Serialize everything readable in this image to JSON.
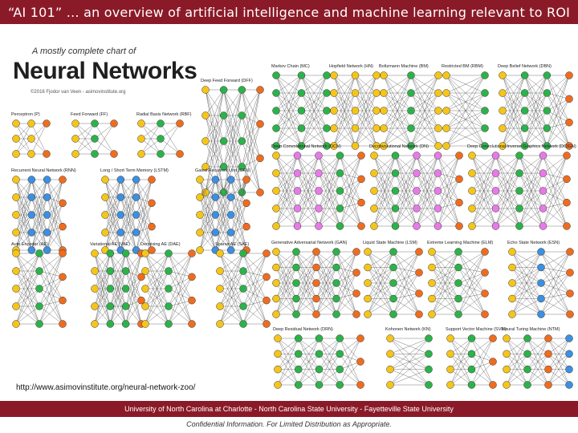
{
  "slide": {
    "title": "“AI 101” … an overview of artificial intelligence and machine learning relevant to ROI",
    "url": "http://www.asimovinstitute.org/neural-network-zoo/",
    "footer": "University of North Carolina at Charlotte   -   North Carolina State University   -   Fayetteville State University",
    "confidential": "Confidential Information. For Limited Distribution as Appropriate."
  },
  "figure": {
    "kicker": "A mostly complete chart of",
    "headline": "Neural Networks",
    "credit": "©2016 Fjodor van Veen - asimovinstitute.org"
  },
  "colors": {
    "brand": "#8b1a28",
    "input": "#f5c518",
    "hidden": "#2db24a",
    "output": "#ef6c1e",
    "recurrent": "#3d8fe0",
    "kernel": "#e87ae8",
    "edge": "#555555"
  },
  "networks": [
    {
      "name": "Perceptron (P)",
      "layers": [
        "input",
        "input",
        "output"
      ]
    },
    {
      "name": "Feed Forward (FF)",
      "layers": [
        "input",
        "hidden",
        "output"
      ]
    },
    {
      "name": "Radial Basis Network (RBF)",
      "layers": [
        "input",
        "hidden",
        "output"
      ]
    },
    {
      "name": "Deep Feed Forward (DFF)",
      "layers": [
        "input",
        "hidden",
        "hidden",
        "output"
      ]
    },
    {
      "name": "Recurrent Neural Network (RNN)",
      "layers": [
        "input",
        "recurrent",
        "recurrent",
        "output"
      ]
    },
    {
      "name": "Long / Short Term Memory (LSTM)",
      "layers": [
        "input",
        "recurrent",
        "recurrent",
        "output"
      ]
    },
    {
      "name": "Gated Recurrent Unit (GRU)",
      "layers": [
        "input",
        "recurrent",
        "recurrent",
        "output"
      ]
    },
    {
      "name": "Auto Encoder (AE)",
      "layers": [
        "input",
        "hidden",
        "output"
      ]
    },
    {
      "name": "Variational AE (VAE)",
      "layers": [
        "input",
        "hidden",
        "hidden",
        "output"
      ]
    },
    {
      "name": "Denoising AE (DAE)",
      "layers": [
        "input",
        "hidden",
        "output"
      ]
    },
    {
      "name": "Sparse AE (SAE)",
      "layers": [
        "input",
        "hidden",
        "output"
      ]
    },
    {
      "name": "Markov Chain (MC)",
      "layers": [
        "hidden",
        "hidden",
        "hidden"
      ]
    },
    {
      "name": "Hopfield Network (HN)",
      "layers": [
        "input",
        "input",
        "input"
      ]
    },
    {
      "name": "Boltzmann Machine (BM)",
      "layers": [
        "input",
        "hidden",
        "input"
      ]
    },
    {
      "name": "Restricted BM (RBM)",
      "layers": [
        "input",
        "hidden"
      ]
    },
    {
      "name": "Deep Belief Network (DBN)",
      "layers": [
        "input",
        "hidden",
        "hidden",
        "output"
      ]
    },
    {
      "name": "Deep Convolutional Network (DCN)",
      "layers": [
        "input",
        "kernel",
        "kernel",
        "hidden",
        "output"
      ]
    },
    {
      "name": "Deconvolutional Network (DN)",
      "layers": [
        "input",
        "hidden",
        "kernel",
        "kernel",
        "output"
      ]
    },
    {
      "name": "Deep Convolutional Inverse Graphics Network (DCIGN)",
      "layers": [
        "input",
        "kernel",
        "hidden",
        "kernel",
        "output"
      ]
    },
    {
      "name": "Generative Adversarial Network (GAN)",
      "layers": [
        "input",
        "hidden",
        "output",
        "hidden",
        "output"
      ]
    },
    {
      "name": "Liquid State Machine (LSM)",
      "layers": [
        "input",
        "hidden",
        "output"
      ]
    },
    {
      "name": "Extreme Learning Machine (ELM)",
      "layers": [
        "input",
        "hidden",
        "output"
      ]
    },
    {
      "name": "Echo State Network (ESN)",
      "layers": [
        "input",
        "recurrent",
        "output"
      ]
    },
    {
      "name": "Deep Residual Network (DRN)",
      "layers": [
        "input",
        "hidden",
        "hidden",
        "hidden",
        "output"
      ]
    },
    {
      "name": "Kohonen Network (KN)",
      "layers": [
        "input",
        "hidden"
      ]
    },
    {
      "name": "Support Vector Machine (SVM)",
      "layers": [
        "input",
        "hidden",
        "output"
      ]
    },
    {
      "name": "Neural Turing Machine (NTM)",
      "layers": [
        "input",
        "hidden",
        "output",
        "recurrent"
      ]
    }
  ]
}
